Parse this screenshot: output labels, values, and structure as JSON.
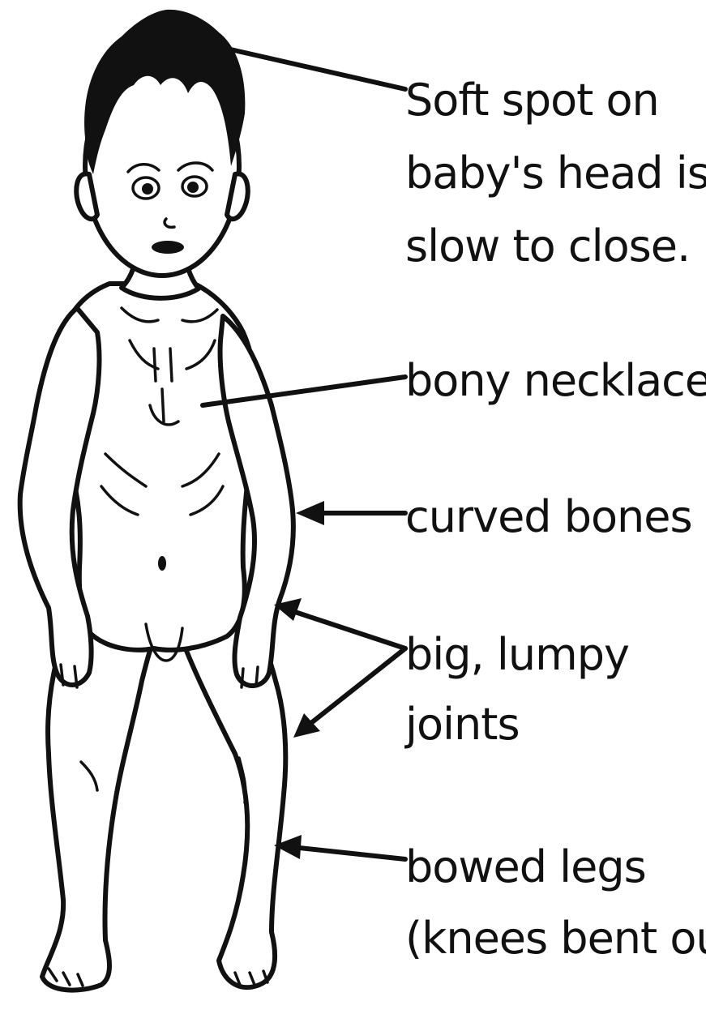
{
  "labels": {
    "soft_spot_1": "Soft spot on",
    "soft_spot_2": "baby's head is",
    "soft_spot_3": "slow to close.",
    "bony_necklace": "bony necklace",
    "curved_bones": "curved bones",
    "lumpy_joints_1": "big, lumpy",
    "lumpy_joints_2": "joints",
    "bowed_legs_1": "bowed legs",
    "bowed_legs_2": "(knees bent out)"
  },
  "colors": {
    "ink": "#111111",
    "background": "#ffffff"
  }
}
